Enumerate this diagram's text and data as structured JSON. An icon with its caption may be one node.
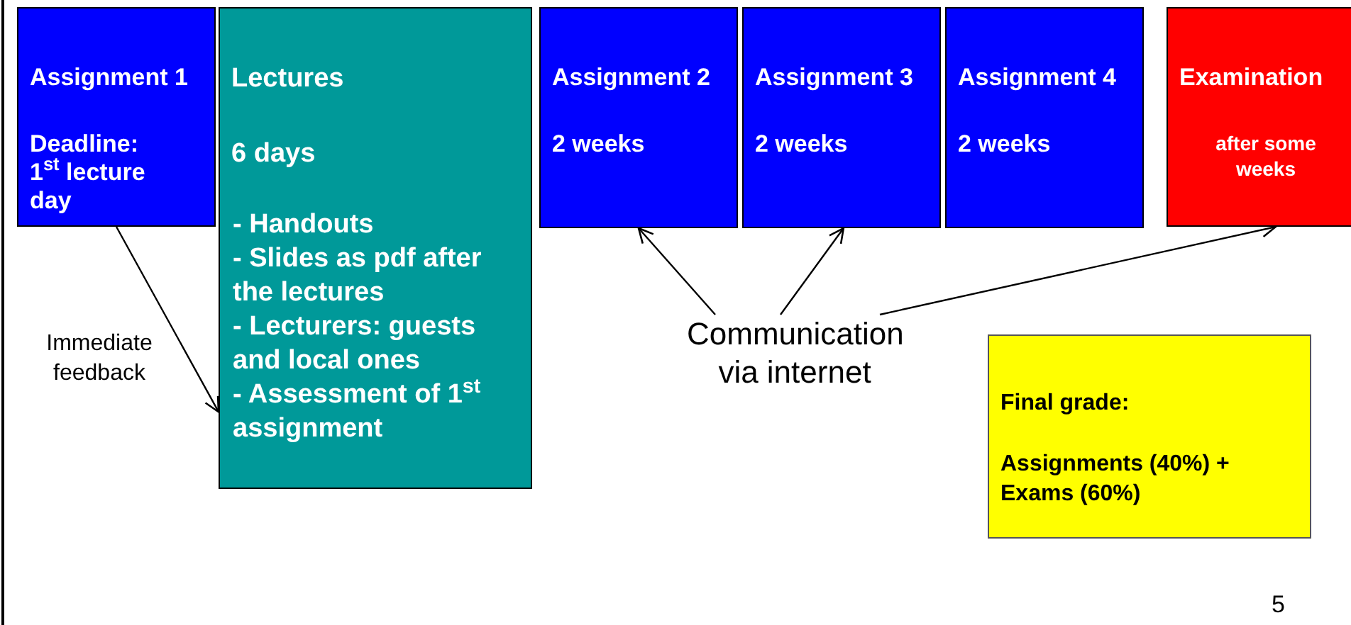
{
  "diagram": {
    "nodes": [
      {
        "text": [
          "Assignment 1",
          "Deadline: 1$^{st}$ lecture day"
        ]
      },
      {
        "text": [
          "Lectures",
          "6 days",
          "- Handouts",
          "- Slides as pdf after the lectures",
          "- Lecturers: guests and local ones",
          "- Assessment of 1$^{st}$ assignment"
        ]
      },
      {
        "text": [
          "Assignment 2",
          "2 weeks"
        ]
      },
      {
        "text": [
          "Assignment 3",
          "2 weeks"
        ]
      },
      {
        "text": [
          "Assignment 4",
          "2 weeks"
        ]
      },
      {
        "text": [
          "Examination",
          "after some weeks"
        ]
      },
      {
        "text": [
          "Communication via internet"
        ]
      },
      {
        "text": [
          "Final grade:",
          "Assignments (40%) + Exams (60%)"
        ]
      }
    ],
    "edges": [
      {
        "from": 0,
        "to": 1,
        "arrow": "to",
        "label": "Immediate feedback"
      },
      {
        "from": 6,
        "to": 2,
        "arrow": "to"
      },
      {
        "from": 6,
        "to": 3,
        "arrow": "to"
      },
      {
        "from": 6,
        "to": 5,
        "arrow": "to"
      }
    ],
    "labels": [
      "5"
    ]
  }
}
